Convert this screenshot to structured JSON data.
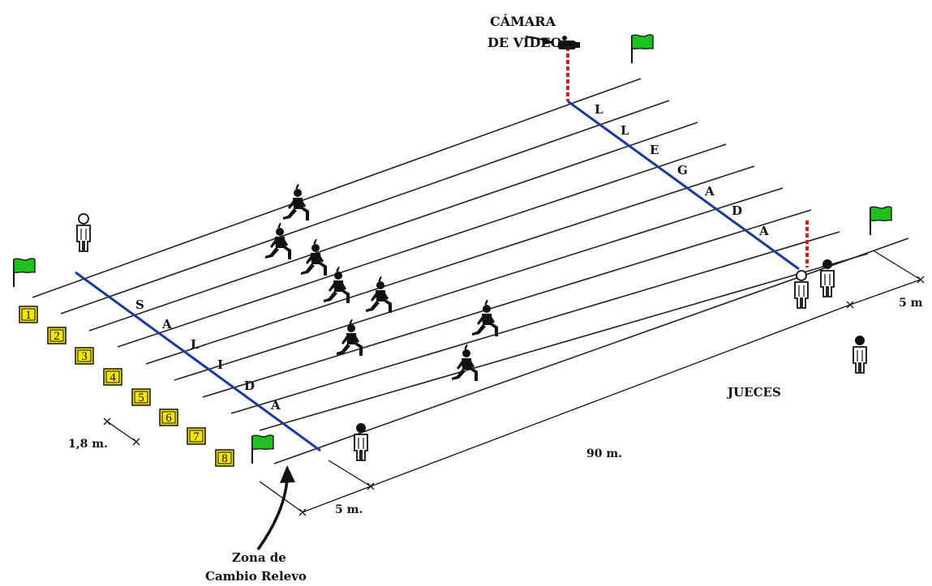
{
  "camera": {
    "line1": "CÁMARA",
    "line2": "DE VIDEO"
  },
  "start_line_letters": [
    "S",
    "A",
    "L",
    "I",
    "D",
    "A"
  ],
  "finish_line_letters": [
    "L",
    "L",
    "E",
    "G",
    "A",
    "D",
    "A"
  ],
  "lane_numbers": [
    "1",
    "2",
    "3",
    "4",
    "5",
    "6",
    "7",
    "8"
  ],
  "dimensions": {
    "lane_width": "1,8 m.",
    "zone_near": "5 m.",
    "zone_far": "5 m",
    "distance": "90 m."
  },
  "judges_label": "JUECES",
  "zone": {
    "line1": "Zona de",
    "line2": "Cambio Relevo"
  },
  "colors": {
    "track_line": "#222222",
    "start_finish_line": "#1c3a9e",
    "camera_mast": "#cc2222",
    "flag": "#1fbf1f",
    "lane_box": "#f2e500"
  }
}
